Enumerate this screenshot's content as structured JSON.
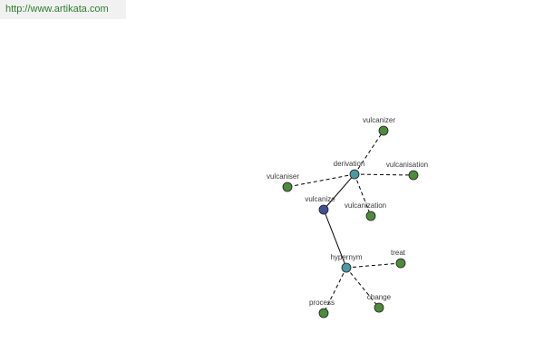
{
  "header": {
    "url": "http://www.artikata.com"
  },
  "colors": {
    "leaf": "#4e8a3c",
    "hub": "#4a9aa0",
    "root": "#3e4f96"
  },
  "nodes": {
    "vulcanize": {
      "label": "vulcanize",
      "kind": "root"
    },
    "derivation": {
      "label": "derivation",
      "kind": "hub"
    },
    "hypernym": {
      "label": "hypernym",
      "kind": "hub"
    },
    "vulcanizer": {
      "label": "vulcanizer",
      "kind": "leaf"
    },
    "vulcanisation": {
      "label": "vulcanisation",
      "kind": "leaf"
    },
    "vulcaniser": {
      "label": "vulcaniser",
      "kind": "leaf"
    },
    "vulcanization": {
      "label": "vulcanization",
      "kind": "leaf"
    },
    "treat": {
      "label": "treat",
      "kind": "leaf"
    },
    "process": {
      "label": "process",
      "kind": "leaf"
    },
    "change": {
      "label": "change",
      "kind": "leaf"
    }
  },
  "edges": [
    {
      "from": "vulcanize",
      "to": "derivation",
      "style": "solid"
    },
    {
      "from": "vulcanize",
      "to": "hypernym",
      "style": "solid"
    },
    {
      "from": "derivation",
      "to": "vulcanizer",
      "style": "dashed"
    },
    {
      "from": "derivation",
      "to": "vulcanisation",
      "style": "dashed"
    },
    {
      "from": "derivation",
      "to": "vulcaniser",
      "style": "dashed"
    },
    {
      "from": "derivation",
      "to": "vulcanization",
      "style": "dashed"
    },
    {
      "from": "hypernym",
      "to": "treat",
      "style": "dashed"
    },
    {
      "from": "hypernym",
      "to": "process",
      "style": "dashed"
    },
    {
      "from": "hypernym",
      "to": "change",
      "style": "dashed"
    }
  ]
}
